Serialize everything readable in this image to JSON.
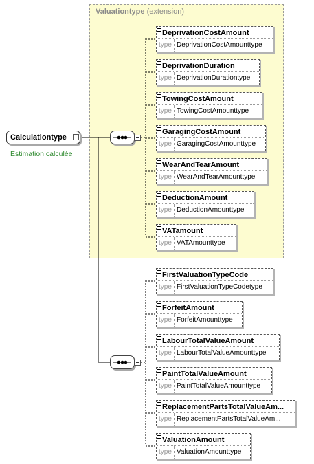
{
  "root": {
    "name": "Calculationtype",
    "documentation": "Estimation calculée"
  },
  "extension": {
    "name": "Valuationtype",
    "label": "(extension)"
  },
  "type_keyword": "type",
  "group1": [
    {
      "name": "DeprivationCostAmount",
      "type": "DeprivationCostAmounttype"
    },
    {
      "name": "DeprivationDuration",
      "type": "DeprivationDurationtype"
    },
    {
      "name": "TowingCostAmount",
      "type": "TowingCostAmounttype"
    },
    {
      "name": "GaragingCostAmount",
      "type": "GaragingCostAmounttype"
    },
    {
      "name": "WearAndTearAmount",
      "type": "WearAndTearAmounttype"
    },
    {
      "name": "DeductionAmount",
      "type": "DeductionAmounttype"
    },
    {
      "name": "VATamount",
      "type": "VATAmounttype"
    }
  ],
  "group2": [
    {
      "name": "FirstValuationTypeCode",
      "type": "FirstValuationTypeCodetype"
    },
    {
      "name": "ForfeitAmount",
      "type": "ForfeitAmounttype"
    },
    {
      "name": "LabourTotalValueAmount",
      "type": "LabourTotalValueAmounttype"
    },
    {
      "name": "PaintTotalValueAmount",
      "type": "PaintTotalValueAmounttype"
    },
    {
      "name": "ReplacementPartsTotalValueAm...",
      "type": "ReplacementPartsTotalValueAm..."
    },
    {
      "name": "ValuationAmount",
      "type": "ValuationAmounttype"
    }
  ],
  "colors": {
    "extension_fill": "#fdfcd0",
    "documentation": "#2f8a2f",
    "type_keyword": "#9a9a9a"
  }
}
